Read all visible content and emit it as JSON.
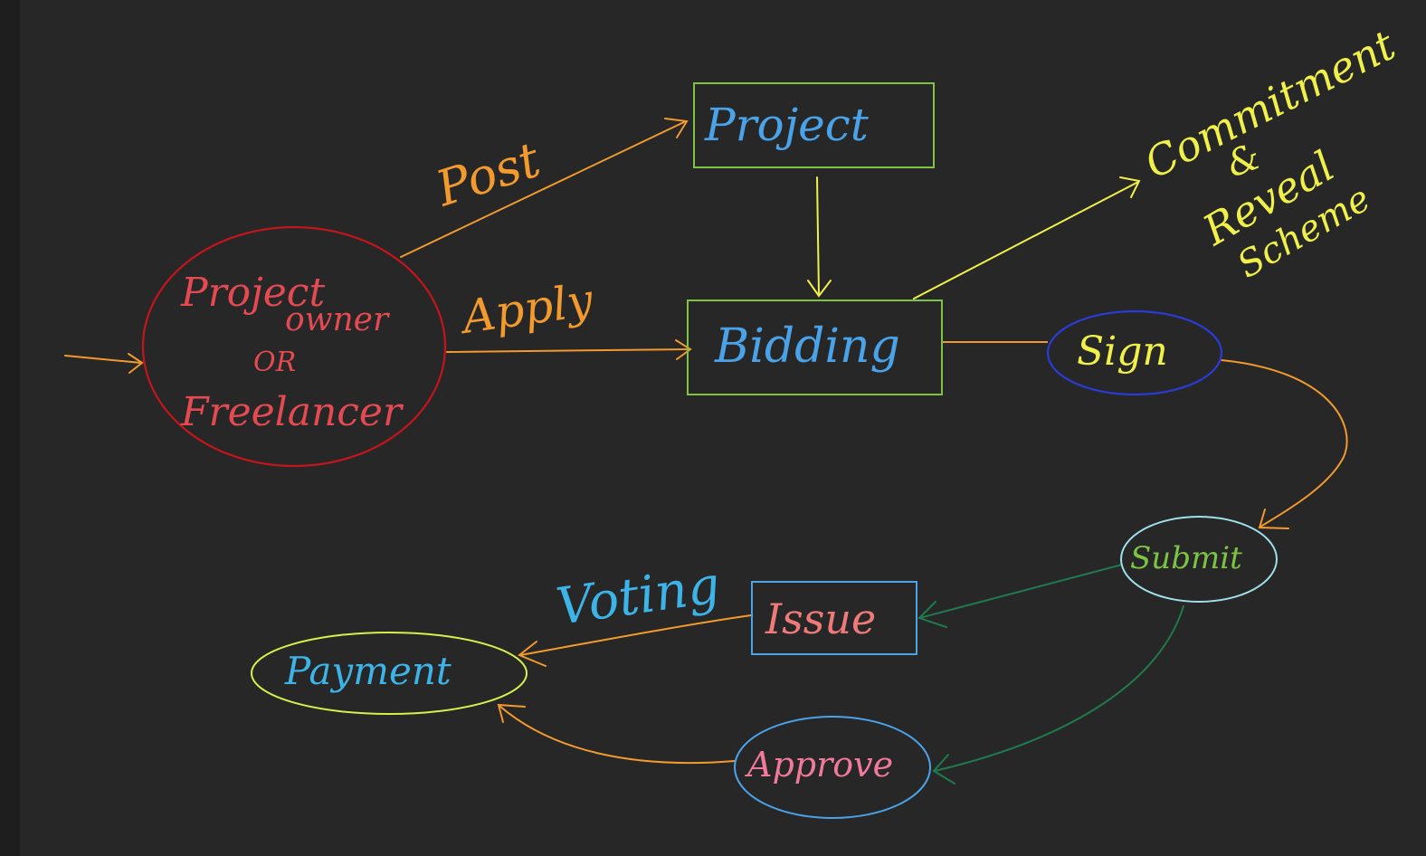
{
  "colors": {
    "background": "#272727",
    "orange": "#f29a2e",
    "yellow": "#f0f04a",
    "green": "#7cc443",
    "red": "#c4151c",
    "blue": "#2a3bd6",
    "light_blue": "#4aa3e8",
    "teal": "#1f7a4e",
    "lime": "#d8f04a",
    "cyan": "#9fe0ea"
  },
  "nodes": {
    "actor": {
      "line1": "Project",
      "line2": "owner",
      "line3": "OR",
      "line4": "Freelancer"
    },
    "project": "Project",
    "bidding": "Bidding",
    "sign": "Sign",
    "submit": "Submit",
    "issue": "Issue",
    "payment": "Payment",
    "approve": "Approve"
  },
  "edge_labels": {
    "post": "Post",
    "apply": "Apply",
    "voting": "Voting"
  },
  "note": {
    "line1": "Commitment",
    "line2": "&",
    "line3": "Reveal",
    "line4": "Scheme"
  }
}
